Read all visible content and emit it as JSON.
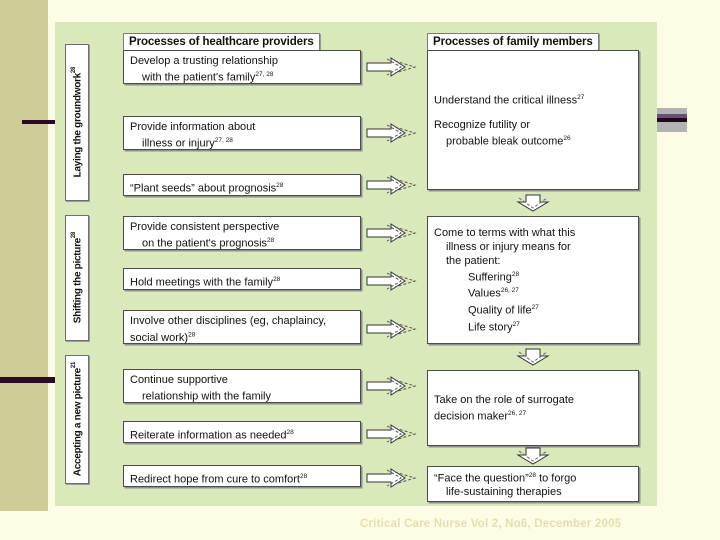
{
  "slide": {
    "caption": "Critical Care Nurse Vol 2, No6, December 2005",
    "colors": {
      "slide_background": "#fdfce4",
      "left_band": "#cfcc96",
      "figure_background": "#d9e9bb",
      "accent_dark": "#2b0a24",
      "accent_purple": "#6b4e6b",
      "box_fill": "#ffffff",
      "box_border": "#4c4c4c",
      "caption_color": "#e3dfae"
    }
  },
  "figure": {
    "columns": [
      {
        "id": "providers",
        "header": "Processes of healthcare providers"
      },
      {
        "id": "family",
        "header": "Processes of family members"
      }
    ],
    "phases": [
      {
        "label": "Laying the groundwork",
        "ref": "28"
      },
      {
        "label": "Shifting the picture",
        "ref": "28"
      },
      {
        "label": "Accepting a new picture",
        "ref": "21"
      }
    ],
    "provider_boxes": [
      {
        "line1": "Develop a trusting relationship",
        "line2": "with the patient's family",
        "ref": "27, 28"
      },
      {
        "line1": "Provide information about",
        "line2": "illness or injury",
        "ref": "27, 28"
      },
      {
        "line1": "“Plant seeds” about prognosis",
        "line2": "",
        "ref": "28"
      },
      {
        "line1": "Provide consistent perspective",
        "line2": "on the patient's prognosis",
        "ref": "28"
      },
      {
        "line1": "Hold meetings with the family",
        "line2": "",
        "ref": "28"
      },
      {
        "line1": "Involve other disciplines",
        "line2": "(eg, chaplaincy, social work)",
        "ref": "28"
      },
      {
        "line1": "Continue supportive",
        "line2": "relationship with the family",
        "ref": ""
      },
      {
        "line1": "Reiterate information as needed",
        "line2": "",
        "ref": "28"
      },
      {
        "line1": "Redirect hope from cure to comfort",
        "line2": "",
        "ref": "28"
      }
    ],
    "family_boxes": [
      {
        "l1": "Understand the critical illness",
        "r1": "27",
        "l2": "Recognize futility or",
        "l3": "probable bleak outcome",
        "r3": "26"
      },
      {
        "l1": "Come to terms with what this",
        "l2": "illness or injury means for",
        "l3": "the patient:",
        "items": [
          {
            "text": "Suffering",
            "ref": "28"
          },
          {
            "text": "Values",
            "ref": "26, 27"
          },
          {
            "text": "Quality of life",
            "ref": "27"
          },
          {
            "text": "Life story",
            "ref": "27"
          }
        ]
      },
      {
        "l1": "Take on the role of surrogate",
        "l2": "decision maker",
        "r2": "26, 27"
      },
      {
        "l1": "“Face the question”",
        "r1": "28",
        "l1b": " to forgo",
        "l2": "life-sustaining therapies"
      }
    ],
    "arrows": {
      "horizontal_icon": "arrow-right-icon",
      "vertical_icon": "arrow-down-icon",
      "horizontal_count": 9,
      "vertical_count": 3
    }
  }
}
